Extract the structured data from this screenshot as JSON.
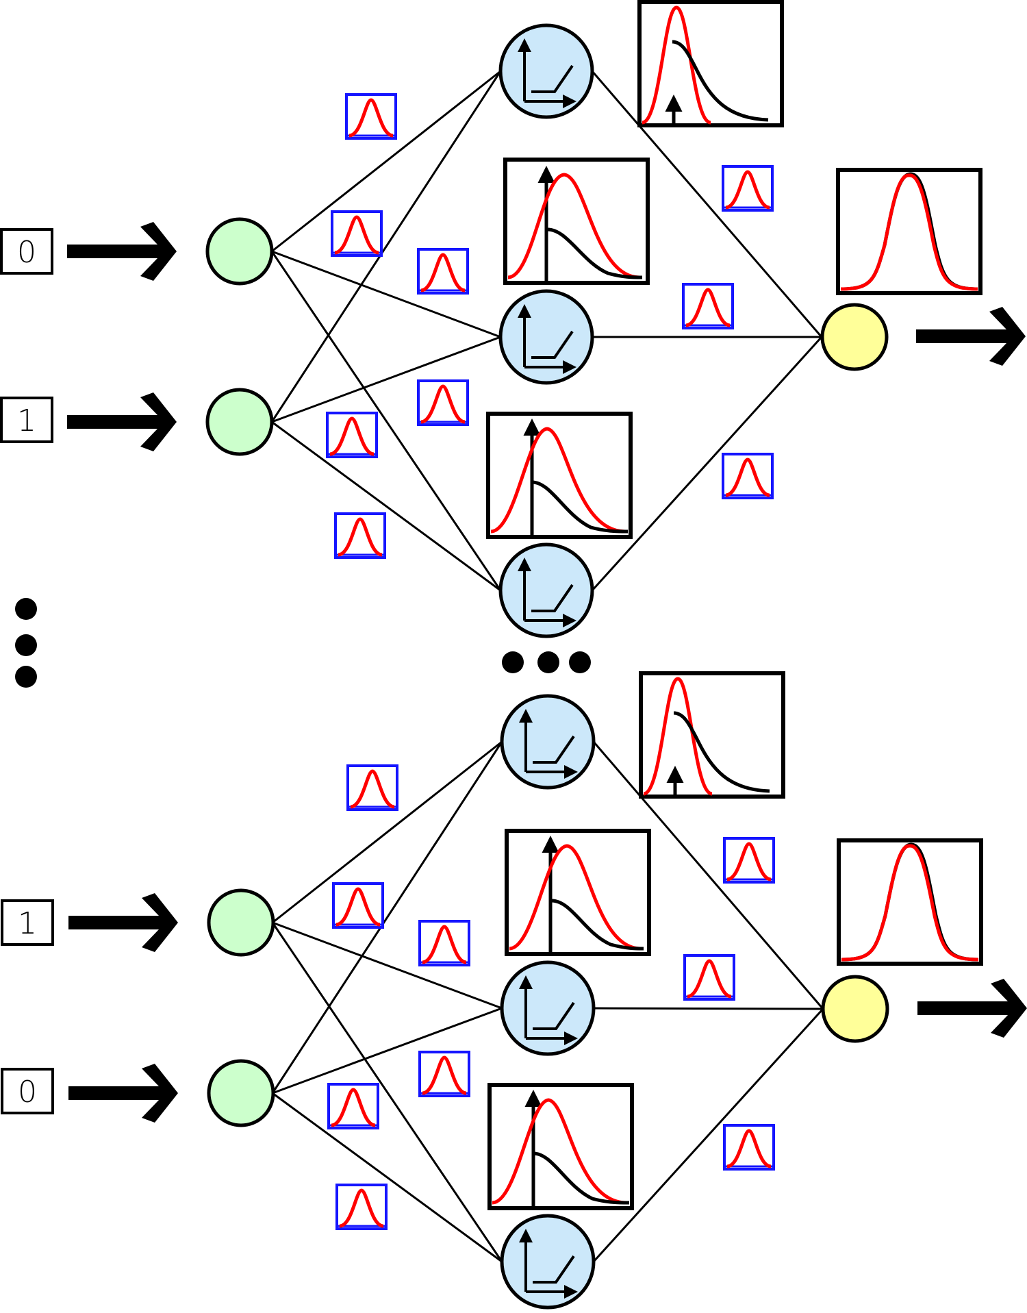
{
  "diagram": {
    "networks": [
      {
        "inputs": [
          "0",
          "1"
        ]
      },
      {
        "inputs": [
          "1",
          "0"
        ]
      }
    ],
    "node_colors": {
      "input": "#ccffcc",
      "hidden": "#cce8fa",
      "output": "#ffff99"
    },
    "weight_box_color": "#1515ff",
    "distribution_curve_color": "#ff0000",
    "activation_icon": "relu-icon",
    "ellipsis_icon": "ellipsis-icon"
  }
}
